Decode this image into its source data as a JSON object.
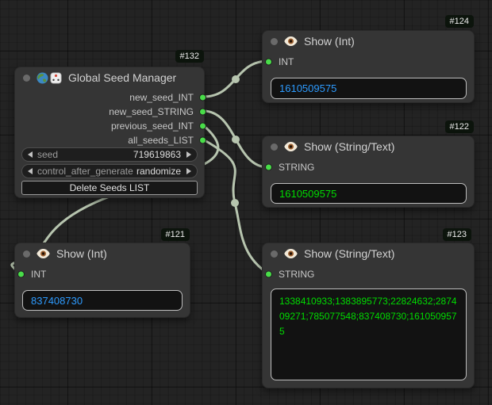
{
  "colors": {
    "canvas_bg": "#232323",
    "node_bg": "#353535",
    "slot_green": "#49dd49",
    "wire": "#b7c5af",
    "int_value_blue": "#2d9bff",
    "string_value_green": "#00dc00",
    "badge_bg": "#0c140c"
  },
  "icons": {
    "seed_manager_title": [
      "globe-icon",
      "die-icon"
    ],
    "show_node_title": "eye-icon",
    "combo_widget": [
      "arrow-left-icon",
      "arrow-right-icon"
    ],
    "collapse": "collapse-dot"
  },
  "nodes": {
    "seed_manager": {
      "id": "#132",
      "title": "Global Seed Manager",
      "outputs": [
        "new_seed_INT",
        "new_seed_STRING",
        "previous_seed_INT",
        "all_seeds_LIST"
      ],
      "widgets": {
        "seed": {
          "label": "seed",
          "value": "719619863"
        },
        "control": {
          "label": "control_after_generate",
          "value": "randomize"
        },
        "button": "Delete Seeds LIST"
      }
    },
    "show_int_124": {
      "id": "#124",
      "title": "Show (Int)",
      "input": "INT",
      "value": "1610509575"
    },
    "show_str_122": {
      "id": "#122",
      "title": "Show (String/Text)",
      "input": "STRING",
      "value": "1610509575"
    },
    "show_int_121": {
      "id": "#121",
      "title": "Show (Int)",
      "input": "INT",
      "value": "837408730"
    },
    "show_str_123": {
      "id": "#123",
      "title": "Show (String/Text)",
      "input": "STRING",
      "value": "1338410933;1383895773;22824632;287409271;785077548;837408730;1610509575"
    }
  }
}
